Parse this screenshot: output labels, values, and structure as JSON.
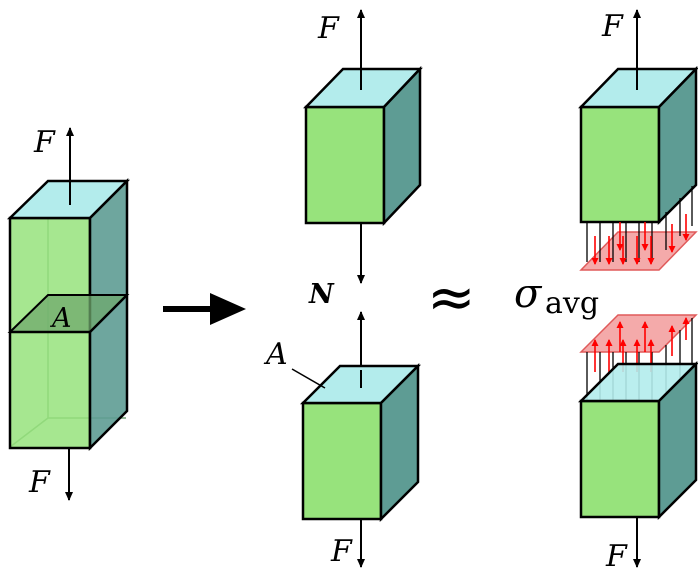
{
  "colors": {
    "front_face": "#97e37c",
    "top_face": "#b3ecec",
    "side_face": "#5e9c94",
    "outline": "#000000",
    "stress_arrow": "#ff0000",
    "stress_plane": "#f29b9b"
  },
  "left_bar": {
    "force_top_label": "F",
    "force_bottom_label": "F",
    "section_label": "A"
  },
  "middle": {
    "force_top_label": "F",
    "internal_force_label": "N",
    "area_label": "A",
    "force_bottom_label": "F"
  },
  "approx_symbol": "≈",
  "right": {
    "force_top_label": "F",
    "stress_symbol": "σ",
    "stress_subscript": "avg",
    "force_bottom_label": "F"
  },
  "icons": {
    "transition_arrow": "right-arrow-icon"
  }
}
